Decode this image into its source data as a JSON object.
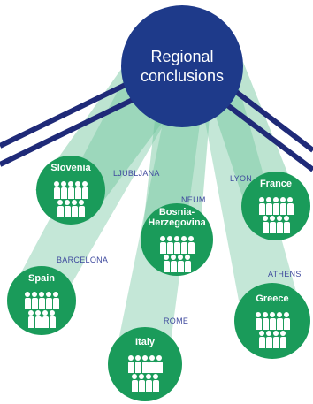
{
  "hub": {
    "line1": "Regional",
    "line2": "conclusions"
  },
  "nodes": [
    {
      "id": "slovenia",
      "label": "Slovenia"
    },
    {
      "id": "bosnia",
      "label_line1": "Bosnia-",
      "label_line2": "Herzegovina"
    },
    {
      "id": "france",
      "label": "France"
    },
    {
      "id": "spain",
      "label": "Spain"
    },
    {
      "id": "italy",
      "label": "Italy"
    },
    {
      "id": "greece",
      "label": "Greece"
    }
  ],
  "cities": {
    "ljubljana": "LJUBLJANA",
    "neum": "NEUM",
    "lyon": "LYON",
    "barcelona": "BARCELONA",
    "athens": "ATHENS",
    "rome": "ROME"
  },
  "colors": {
    "hub": "#1e3a8a",
    "node": "#1a9b5a",
    "beam": "#6cc49a",
    "city_text": "#3f4a9e",
    "stripe": "#1f2a78"
  }
}
